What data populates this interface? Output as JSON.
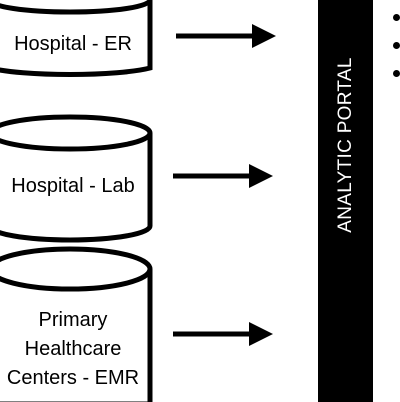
{
  "sources": [
    {
      "label": "Hospital - ER"
    },
    {
      "label": "Hospital - Lab"
    },
    {
      "label": "Primary Healthcare Centers - EMR"
    }
  ],
  "portal": {
    "label": "ANALYTIC PORTAL"
  },
  "colors": {
    "stroke": "#000000",
    "portal_bg": "#000000",
    "portal_text": "#ffffff"
  }
}
